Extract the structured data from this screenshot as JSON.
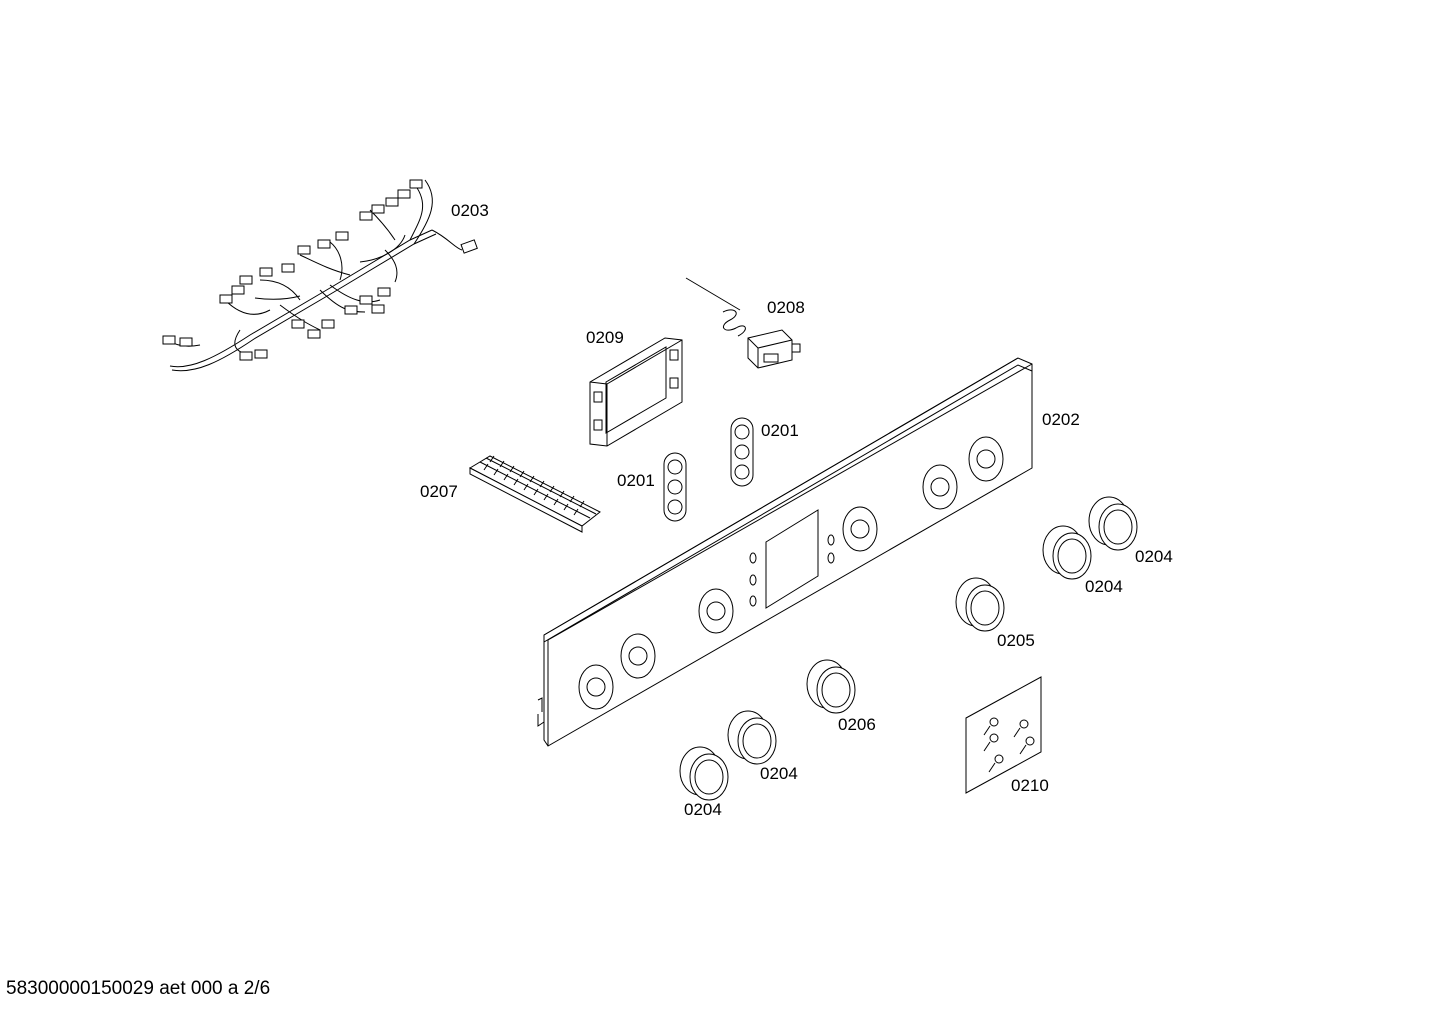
{
  "labels": {
    "wiring_harness": "0203",
    "thermostat": "0208",
    "module": "0209",
    "control_panel": "0202",
    "spacer_a": "0201",
    "spacer_b": "0201",
    "terminal_block": "0207",
    "knob_1": "0204",
    "knob_2": "0204",
    "knob_3": "0204",
    "knob_4": "0204",
    "knob_selector": "0205",
    "knob_timer": "0206",
    "screw_set": "0210"
  },
  "footer": "58300000150029 aet 000 a 2/6",
  "colors": {
    "line": "#000000",
    "background": "#ffffff"
  }
}
